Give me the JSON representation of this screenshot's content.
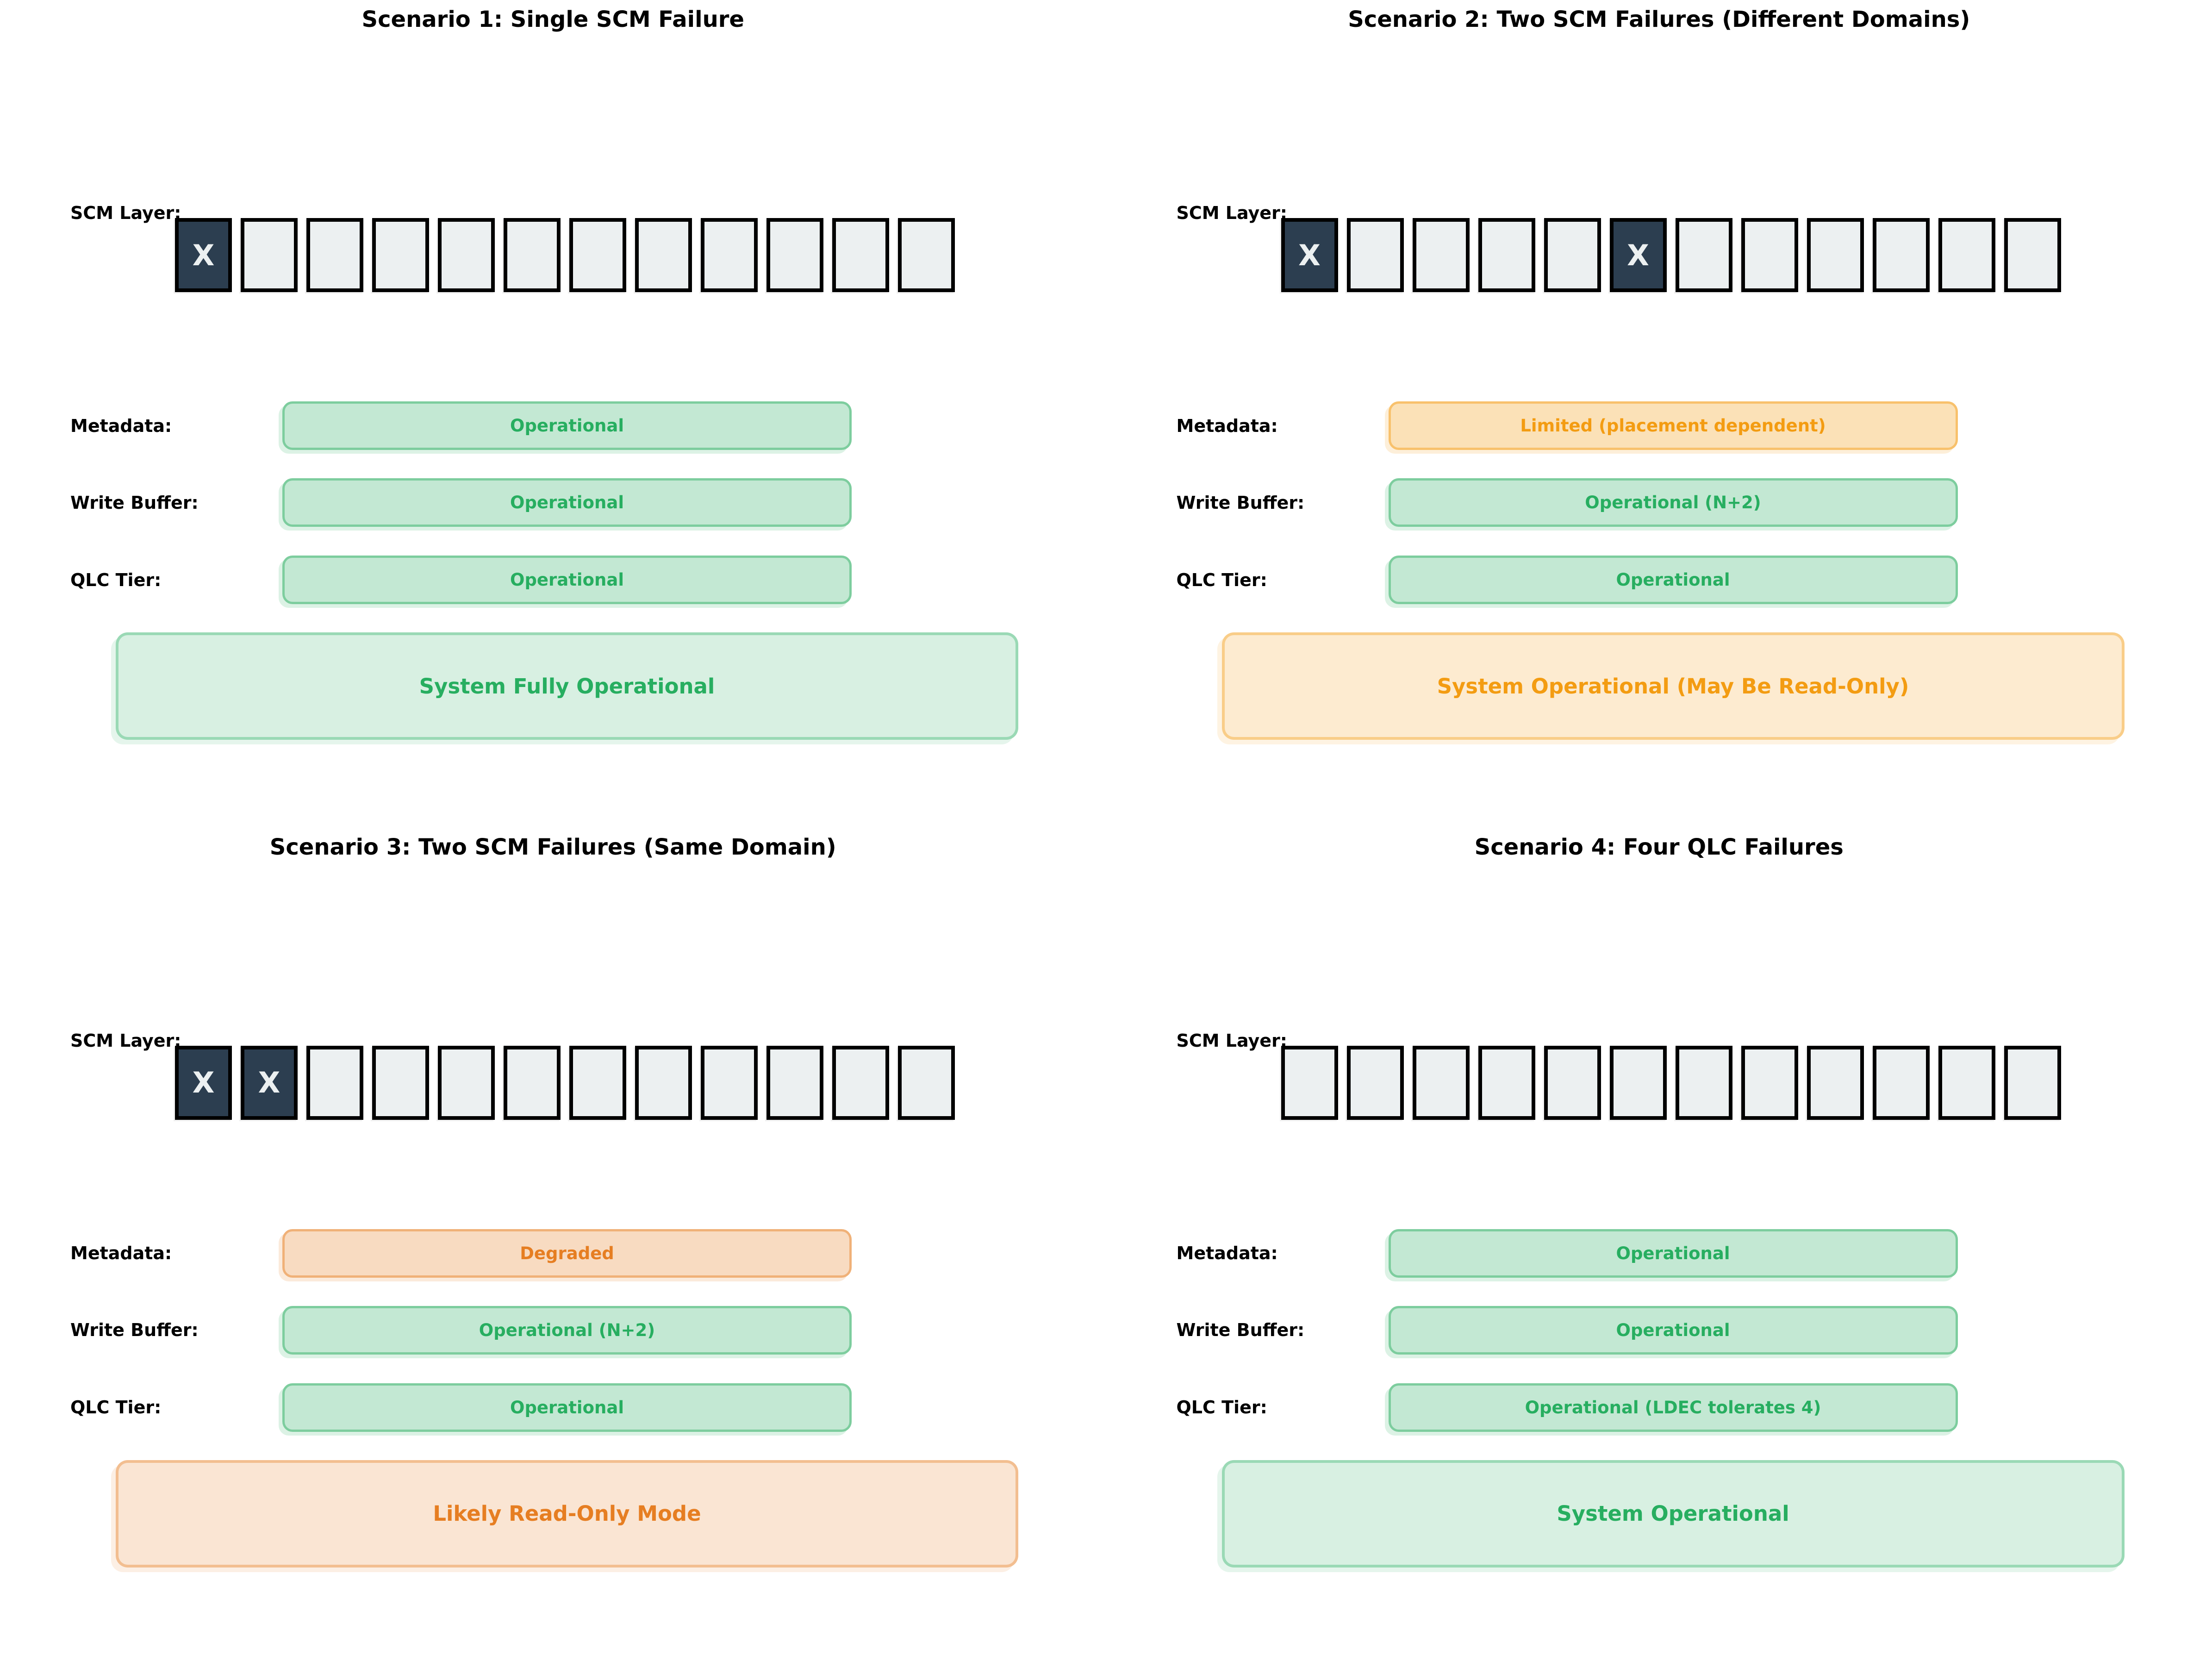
{
  "colors": {
    "background": "#ffffff",
    "failed_box_fill": "#2c3e50",
    "healthy_box_fill": "#ecf0f1",
    "box_border": "#000000",
    "green_accent": "#27ae60",
    "orange_accent": "#f39c12",
    "carrot_accent": "#e67e22"
  },
  "panels": [
    {
      "title": "Scenario 1: Single SCM Failure",
      "scm_label": "SCM Layer:",
      "scm_boxes": {
        "count": 12,
        "failed_indices": [
          0
        ],
        "failed_mark": "X"
      },
      "rows": [
        {
          "label": "Metadata:",
          "value": "Operational",
          "status": "green"
        },
        {
          "label": "Write Buffer:",
          "value": "Operational",
          "status": "green"
        },
        {
          "label": "QLC Tier:",
          "value": "Operational",
          "status": "green"
        }
      ],
      "summary": {
        "text": "System Fully Operational",
        "status": "green"
      }
    },
    {
      "title": "Scenario 2: Two SCM Failures (Different Domains)",
      "scm_label": "SCM Layer:",
      "scm_boxes": {
        "count": 12,
        "failed_indices": [
          0,
          5
        ],
        "failed_mark": "X"
      },
      "rows": [
        {
          "label": "Metadata:",
          "value": "Limited (placement dependent)",
          "status": "orange"
        },
        {
          "label": "Write Buffer:",
          "value": "Operational (N+2)",
          "status": "green"
        },
        {
          "label": "QLC Tier:",
          "value": "Operational",
          "status": "green"
        }
      ],
      "summary": {
        "text": "System Operational (May Be Read-Only)",
        "status": "orange"
      }
    },
    {
      "title": "Scenario 3: Two SCM Failures (Same Domain)",
      "scm_label": "SCM Layer:",
      "scm_boxes": {
        "count": 12,
        "failed_indices": [
          0,
          1
        ],
        "failed_mark": "X"
      },
      "rows": [
        {
          "label": "Metadata:",
          "value": "Degraded",
          "status": "carrot"
        },
        {
          "label": "Write Buffer:",
          "value": "Operational (N+2)",
          "status": "green"
        },
        {
          "label": "QLC Tier:",
          "value": "Operational",
          "status": "green"
        }
      ],
      "summary": {
        "text": "Likely Read-Only Mode",
        "status": "carrot"
      }
    },
    {
      "title": "Scenario 4: Four QLC Failures",
      "scm_label": "SCM Layer:",
      "scm_boxes": {
        "count": 12,
        "failed_indices": [],
        "failed_mark": "X"
      },
      "rows": [
        {
          "label": "Metadata:",
          "value": "Operational",
          "status": "green"
        },
        {
          "label": "Write Buffer:",
          "value": "Operational",
          "status": "green"
        },
        {
          "label": "QLC Tier:",
          "value": "Operational (LDEC tolerates 4)",
          "status": "green"
        }
      ],
      "summary": {
        "text": "System Operational",
        "status": "green"
      }
    }
  ]
}
